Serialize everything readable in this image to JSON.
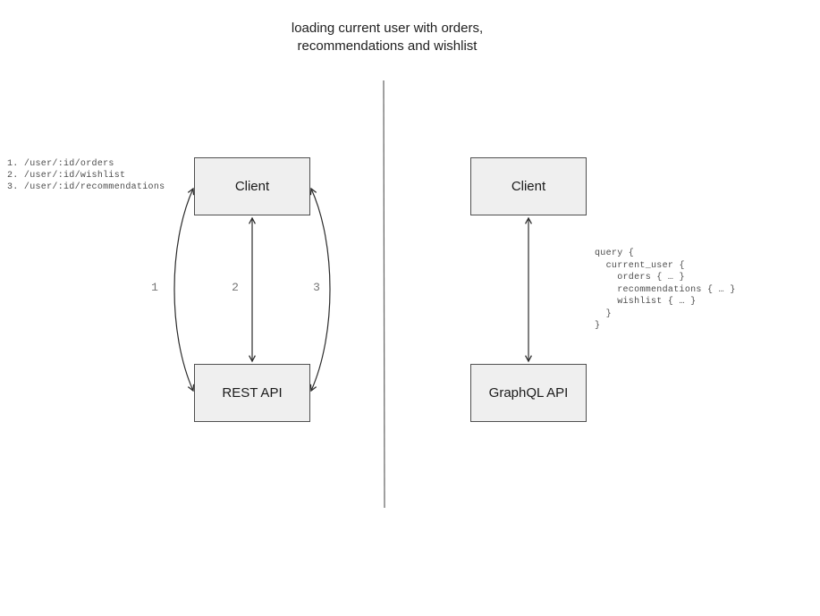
{
  "title": "loading current user with orders,\nrecommendations and wishlist",
  "left_panel": {
    "endpoints": [
      "1. /user/:id/orders",
      "2. /user/:id/wishlist",
      "3. /user/:id/recommendations"
    ],
    "client_label": "Client",
    "api_label": "REST API",
    "arrow_labels": [
      "1",
      "2",
      "3"
    ]
  },
  "right_panel": {
    "client_label": "Client",
    "api_label": "GraphQL API",
    "query_code": "query {\n  current_user {\n    orders { … }\n    recommendations { … }\n    wishlist { … }\n  }\n}"
  },
  "colors": {
    "node_fill": "#efefef",
    "node_border": "#4f4f4f",
    "arrow": "#2b2b2b",
    "divider": "#6e6e6e",
    "label_gray": "#757575",
    "code_gray": "#4d4d4d",
    "title_text": "#1f1f1f"
  }
}
